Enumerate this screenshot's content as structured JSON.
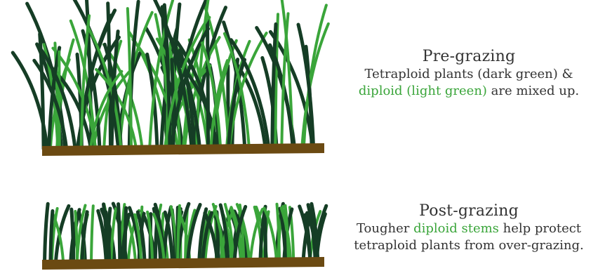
{
  "colors": {
    "tetraploid": "#153d25",
    "diploid": "#3aa53a",
    "soil": "#6b4a12",
    "text": "#333333"
  },
  "pre_grazing": {
    "heading": "Pre-grazing",
    "line1": "Tetraploid plants (dark green) &",
    "line2_highlight": "diploid (light green)",
    "line2_rest": " are mixed up."
  },
  "post_grazing": {
    "heading": "Post-grazing",
    "line1_start": "Tougher ",
    "line1_highlight": "diploid stems",
    "line1_end": " help protect",
    "line2": "tetraploid plants from over-grazing."
  }
}
